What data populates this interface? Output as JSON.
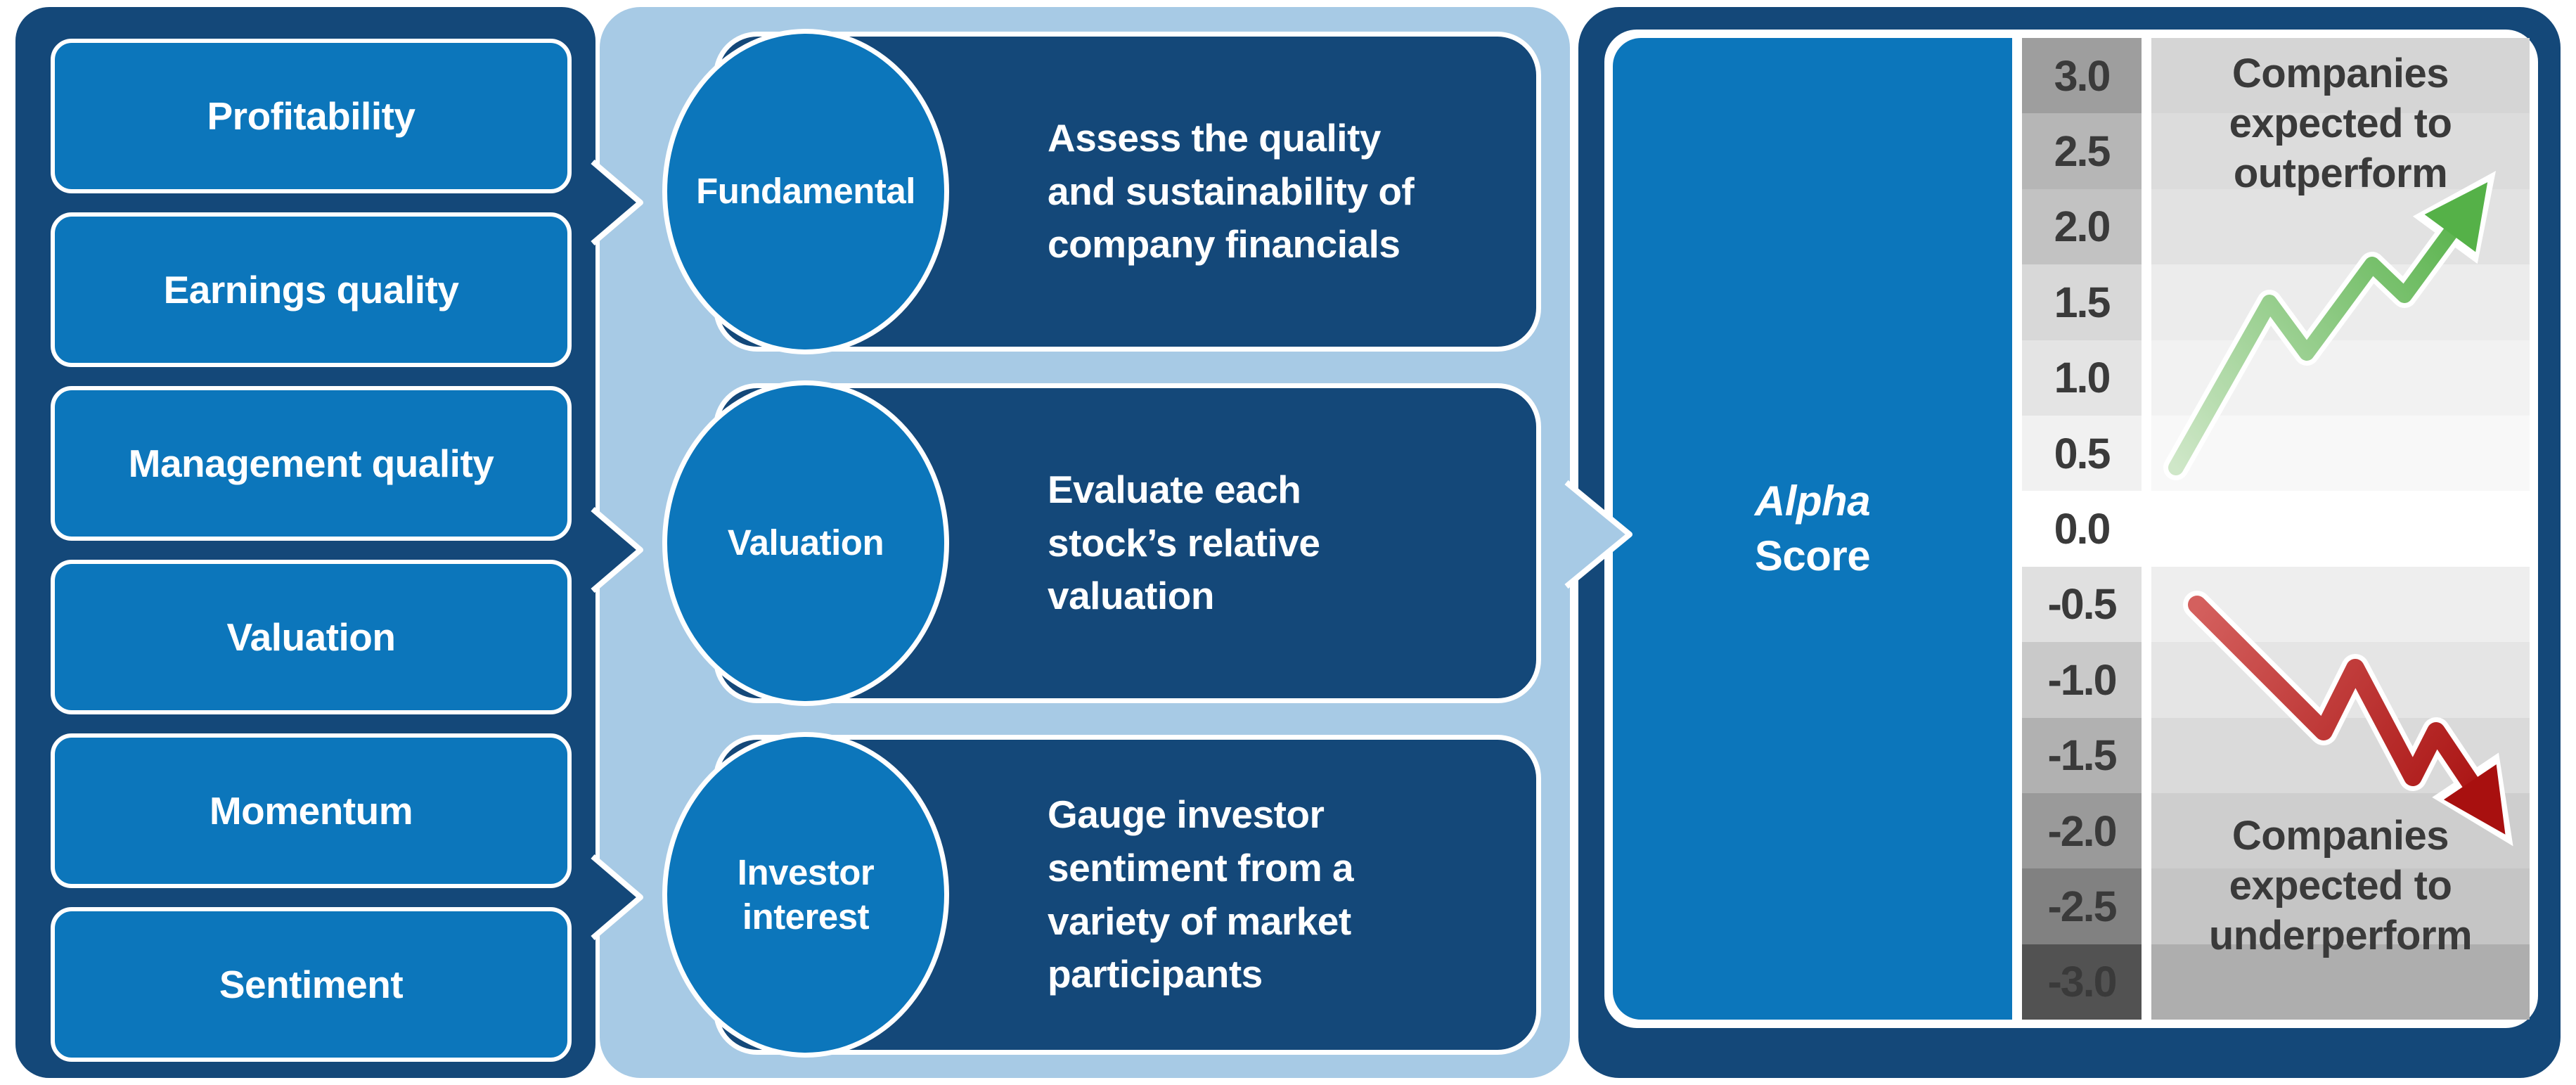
{
  "colors": {
    "navy": "#144879",
    "blue": "#0c76bb",
    "lightblue": "#a7cae5",
    "white": "#ffffff",
    "text_dark": "#3a3a3a",
    "green_light": "#cfe7c8",
    "green_strong": "#55b148",
    "red_light": "#d4605e",
    "red_strong": "#a8100f"
  },
  "left_panel": {
    "factors": [
      "Profitability",
      "Earnings quality",
      "Management quality",
      "Valuation",
      "Momentum",
      "Sentiment"
    ]
  },
  "middle_panel": {
    "groups": [
      {
        "circle": "Fundamental",
        "description": "Assess the quality\nand sustainability of\ncompany financials"
      },
      {
        "circle": "Valuation",
        "description": "Evaluate each\nstock’s relative\nvaluation"
      },
      {
        "circle": "Investor\ninterest",
        "description": "Gauge investor\nsentiment from a\nvariety of market\nparticipants"
      }
    ]
  },
  "right_panel": {
    "score_line1": "Alpha",
    "score_line2": "Score",
    "outperform": "Companies\nexpected to\noutperform",
    "underperform": "Companies\nexpected to\nunderperform",
    "scale": [
      {
        "value": "3.0",
        "cell": "#9e9e9e",
        "band": "#d5d5d5"
      },
      {
        "value": "2.5",
        "cell": "#b6b6b6",
        "band": "#dcdcdc"
      },
      {
        "value": "2.0",
        "cell": "#c2c2c2",
        "band": "#e2e2e2"
      },
      {
        "value": "1.5",
        "cell": "#d8d8d8",
        "band": "#ececec"
      },
      {
        "value": "1.0",
        "cell": "#e4e4e4",
        "band": "#f2f2f2"
      },
      {
        "value": "0.5",
        "cell": "#f1f1f1",
        "band": "#f8f8f8"
      },
      {
        "value": "0.0",
        "cell": "#ffffff",
        "band": "#ffffff"
      },
      {
        "value": "-0.5",
        "cell": "#e0e0e0",
        "band": "#eeeeee"
      },
      {
        "value": "-1.0",
        "cell": "#c9c9c9",
        "band": "#e5e5e5"
      },
      {
        "value": "-1.5",
        "cell": "#b1b1b1",
        "band": "#dadada"
      },
      {
        "value": "-2.0",
        "cell": "#9a9a9a",
        "band": "#cecece"
      },
      {
        "value": "-2.5",
        "cell": "#818181",
        "band": "#c5c5c5"
      },
      {
        "value": "-3.0",
        "cell": "#525252",
        "band": "#aeaeae"
      }
    ]
  }
}
